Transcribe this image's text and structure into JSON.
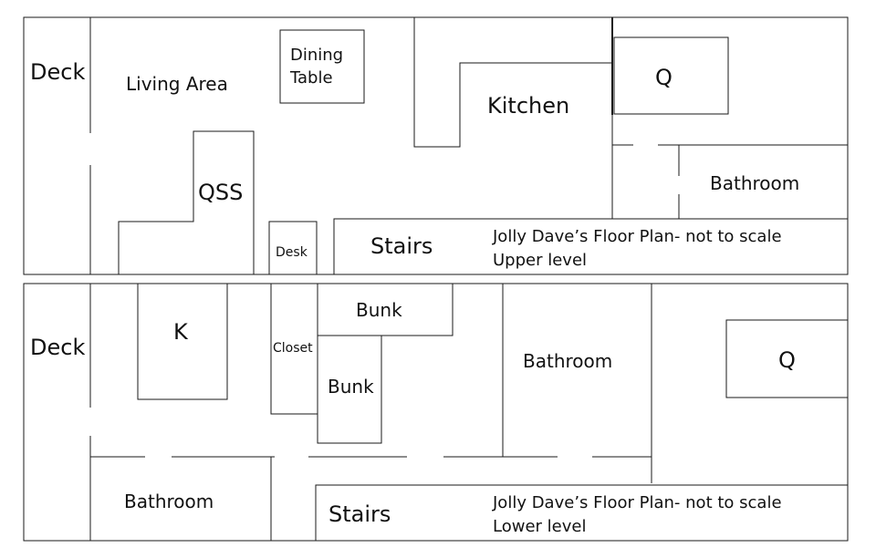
{
  "upper": {
    "deck": "Deck",
    "living_area": "Living Area",
    "dining_table": [
      "Dining",
      "Table"
    ],
    "kitchen": "Kitchen",
    "queen_bed": "Q",
    "qss": "QSS",
    "desk": "Desk",
    "stairs": "Stairs",
    "bathroom": "Bathroom",
    "caption_title": "Jolly Dave’s Floor Plan- not to scale",
    "caption_level": "Upper level"
  },
  "lower": {
    "deck": "Deck",
    "king_bed": "K",
    "closet": "Closet",
    "bunk_top": "Bunk",
    "bunk_bottom": "Bunk",
    "bathroom_center": "Bathroom",
    "queen_bed": "Q",
    "bathroom_left": "Bathroom",
    "stairs": "Stairs",
    "caption_title": "Jolly Dave’s Floor Plan- not to scale",
    "caption_level": "Lower level"
  }
}
